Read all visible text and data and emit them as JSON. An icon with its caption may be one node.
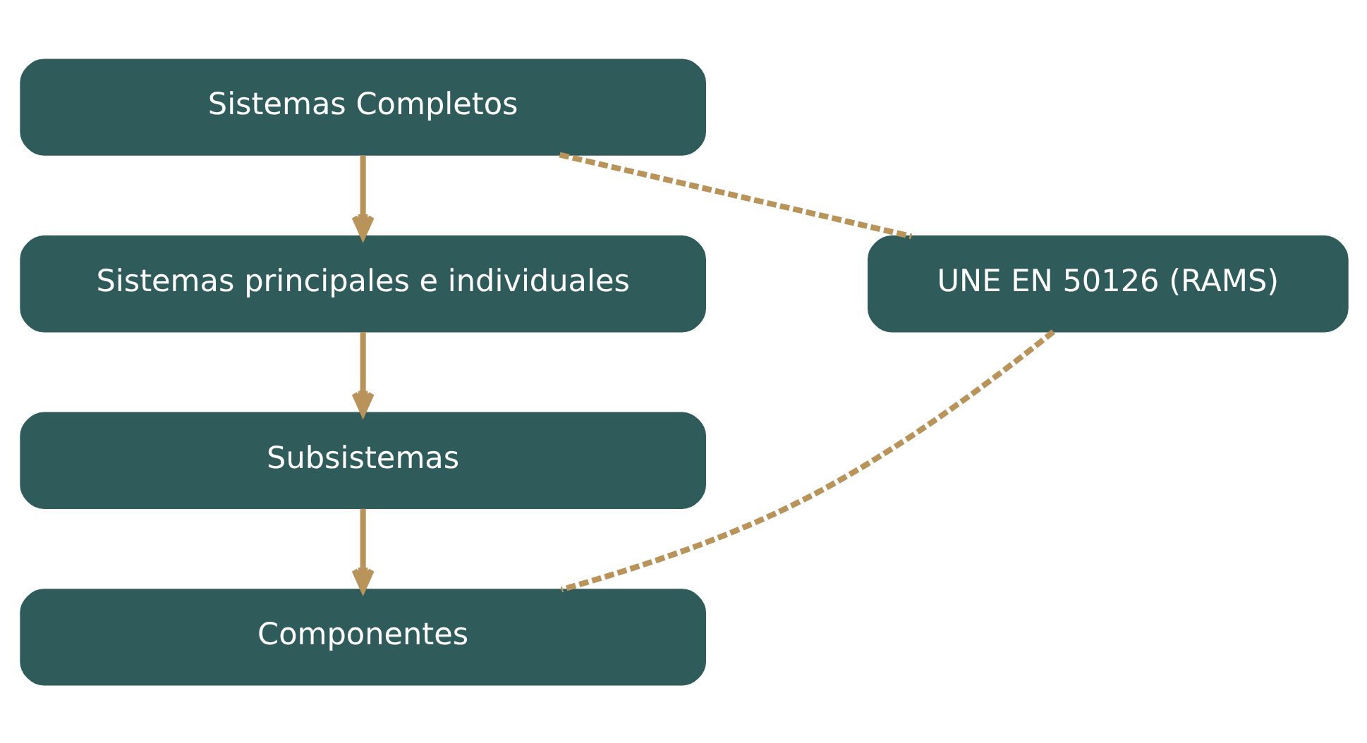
{
  "diagram": {
    "nodes": [
      {
        "text": [
          "Sistemas Completos"
        ]
      },
      {
        "text": [
          "Sistemas principales e individuales"
        ]
      },
      {
        "text": [
          "Subsistemas"
        ]
      },
      {
        "text": [
          "Componentes"
        ]
      },
      {
        "text": [
          "UNE EN 50126 (RAMS)"
        ]
      }
    ],
    "edges": [
      {
        "from": 0,
        "to": 1,
        "arrow": "to"
      },
      {
        "from": 1,
        "to": 2,
        "arrow": "to"
      },
      {
        "from": 2,
        "to": 3,
        "arrow": "to"
      },
      {
        "from": 0,
        "to": 4,
        "arrow": "none",
        "style": "dashed"
      },
      {
        "from": 4,
        "to": 3,
        "arrow": "none",
        "style": "dashed"
      }
    ]
  }
}
